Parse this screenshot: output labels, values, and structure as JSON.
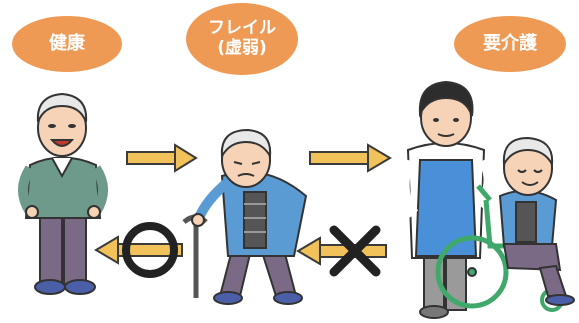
{
  "stages": {
    "healthy": {
      "label": "健康"
    },
    "frailty": {
      "line1": "フレイル",
      "line2": "(虚弱)"
    },
    "care": {
      "label": "要介護"
    }
  },
  "colors": {
    "badge": "#ee9a55",
    "arrow": "#f2c25a",
    "shirt_green": "#6e9a8c",
    "shirt_blue": "#5b9bd4",
    "caregiver_apron": "#4a90d9",
    "wheelchair": "#3fa86a",
    "pants": "#7b6a86",
    "skin": "#f6d2b6"
  },
  "icons": {
    "healthy_figure": "smiling-elderly-man-icon",
    "frail_figure": "hunched-elderly-man-with-cane-icon",
    "caregiver": "caregiver-in-apron-icon",
    "wheelchair_user": "elderly-man-in-wheelchair-icon",
    "reversible_mark": "circle-mark-icon",
    "irreversible_mark": "cross-mark-icon"
  }
}
